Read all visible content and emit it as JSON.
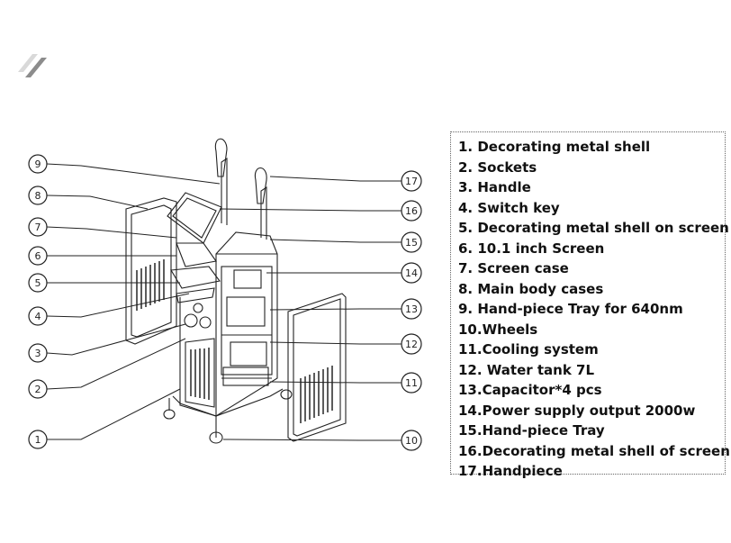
{
  "legend": {
    "items": [
      "1. Decorating metal shell",
      "2. Sockets",
      "3. Handle",
      "4. Switch key",
      "5. Decorating metal shell on screen",
      "6. 10.1 inch Screen",
      "7. Screen case",
      "8. Main body cases",
      "9. Hand-piece Tray for 640nm",
      "10.Wheels",
      "11.Cooling system",
      "12. Water tank 7L",
      "13.Capacitor*4 pcs",
      "14.Power supply output 2000w",
      "15.Hand-piece Tray",
      "16.Decorating metal shell of screen",
      "17.Handpiece"
    ]
  },
  "callouts": {
    "left": [
      "9",
      "8",
      "7",
      "6",
      "5",
      "4",
      "3",
      "2",
      "1"
    ],
    "right": [
      "17",
      "16",
      "15",
      "14",
      "13",
      "12",
      "11",
      "10"
    ]
  },
  "icons": {
    "logo": "double-slash-logo-icon"
  }
}
